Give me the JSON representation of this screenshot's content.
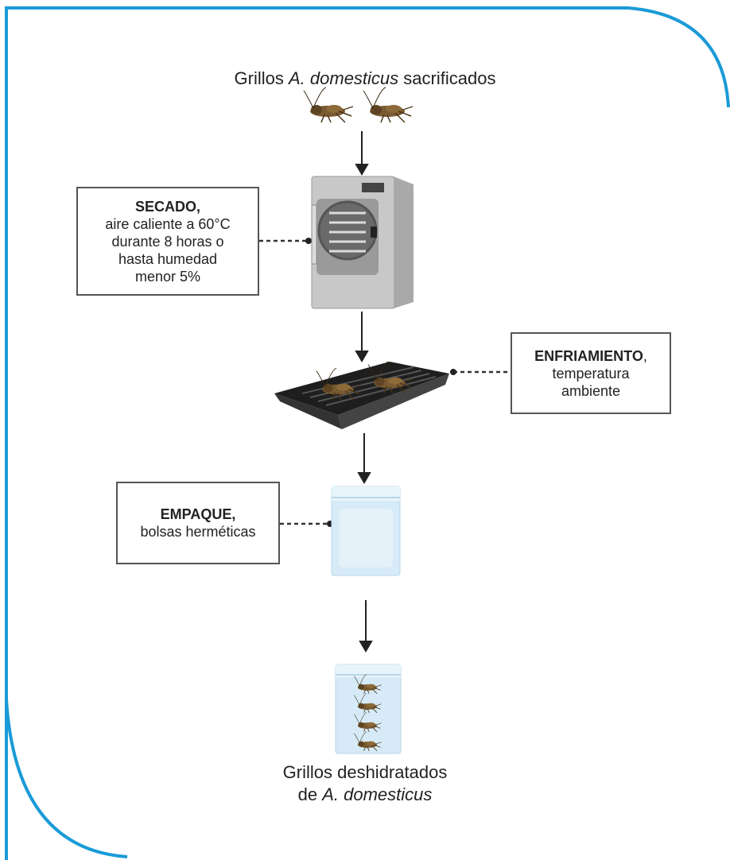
{
  "top_label": {
    "prefix": "Grillos ",
    "species": "A. domesticus",
    "suffix": " sacrificados"
  },
  "steps": [
    {
      "title": "SECADO,",
      "lines": [
        "aire caliente a 60°C",
        "durante 8 horas o",
        "hasta humedad",
        "menor 5%"
      ]
    },
    {
      "title": "ENFRIAMIENTO",
      "title_suffix": ",",
      "lines": [
        "temperatura",
        "ambiente"
      ]
    },
    {
      "title": "EMPAQUE,",
      "lines": [
        "bolsas herméticas"
      ]
    }
  ],
  "bottom_label": {
    "line1": "Grillos deshidratados",
    "line2_prefix": "de ",
    "species": "A. domesticus"
  },
  "colors": {
    "frame": "#1a9bd7",
    "box_border": "#555555",
    "connector": "#333333",
    "arrow": "#222222",
    "dryer_body": "#c8c8c8",
    "tray": "#2a2a2a",
    "bag": "#d6ebf7",
    "cricket": "#7a5a30"
  },
  "icons": [
    "cricket-icon",
    "dryer-icon",
    "tray-icon",
    "bag-icon"
  ]
}
